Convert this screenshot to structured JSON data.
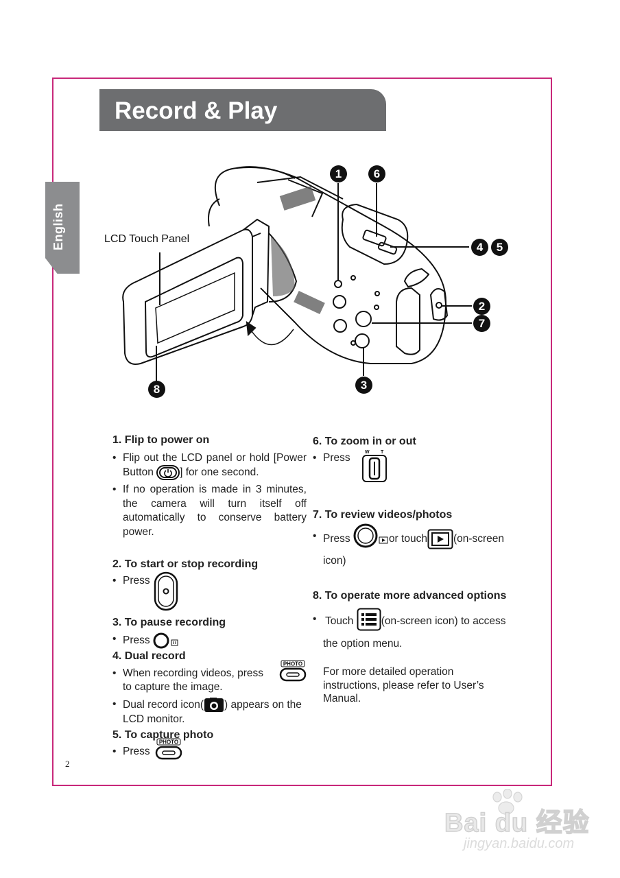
{
  "page_title": "Record & Play",
  "language_tab": "English",
  "diagram": {
    "lcd_label": "LCD Touch Panel",
    "callouts": [
      "1",
      "6",
      "4",
      "5",
      "2",
      "7",
      "3",
      "8"
    ]
  },
  "sections": {
    "s1": {
      "heading": "1.   Flip to power on",
      "b1_pre": "Flip out the LCD panel or hold  [Power Button ",
      "b1_post": "] for one second.",
      "b2": "If no operation is made in 3 minutes, the camera will turn itself off automatically to conserve battery power."
    },
    "s2": {
      "heading": "2.   To start or stop recording",
      "b1": "Press"
    },
    "s3": {
      "heading": "3.   To pause recording",
      "b1": "Press"
    },
    "s4": {
      "heading": "4.   Dual record",
      "b1_pre": "When recording videos, press",
      "b1_post": "to capture the image.",
      "b2_pre": "Dual record icon(",
      "b2_post": ") appears on the LCD monitor."
    },
    "s5": {
      "heading": "5.   To capture photo",
      "b1": "Press"
    },
    "s6": {
      "heading": "6.  To zoom in or out",
      "b1": "Press",
      "w": "W",
      "t": "T"
    },
    "s7": {
      "heading": "7.  To review videos/photos",
      "b1_pre": "Press",
      "b1_mid": "or touch",
      "b1_post": "(on-screen",
      "b1_cont": "icon)"
    },
    "s8": {
      "heading": "8.  To operate more advanced options",
      "b1_pre": "Touch",
      "b1_post": "(on-screen icon) to access",
      "b1_cont": "the option menu."
    },
    "note": "For more detailed operation instructions, please refer to User’s Manual."
  },
  "photo_label": "PHOTO",
  "page_number": "2",
  "watermark": {
    "brand": "Bai du 经验",
    "url": "jingyan.baidu.com"
  }
}
